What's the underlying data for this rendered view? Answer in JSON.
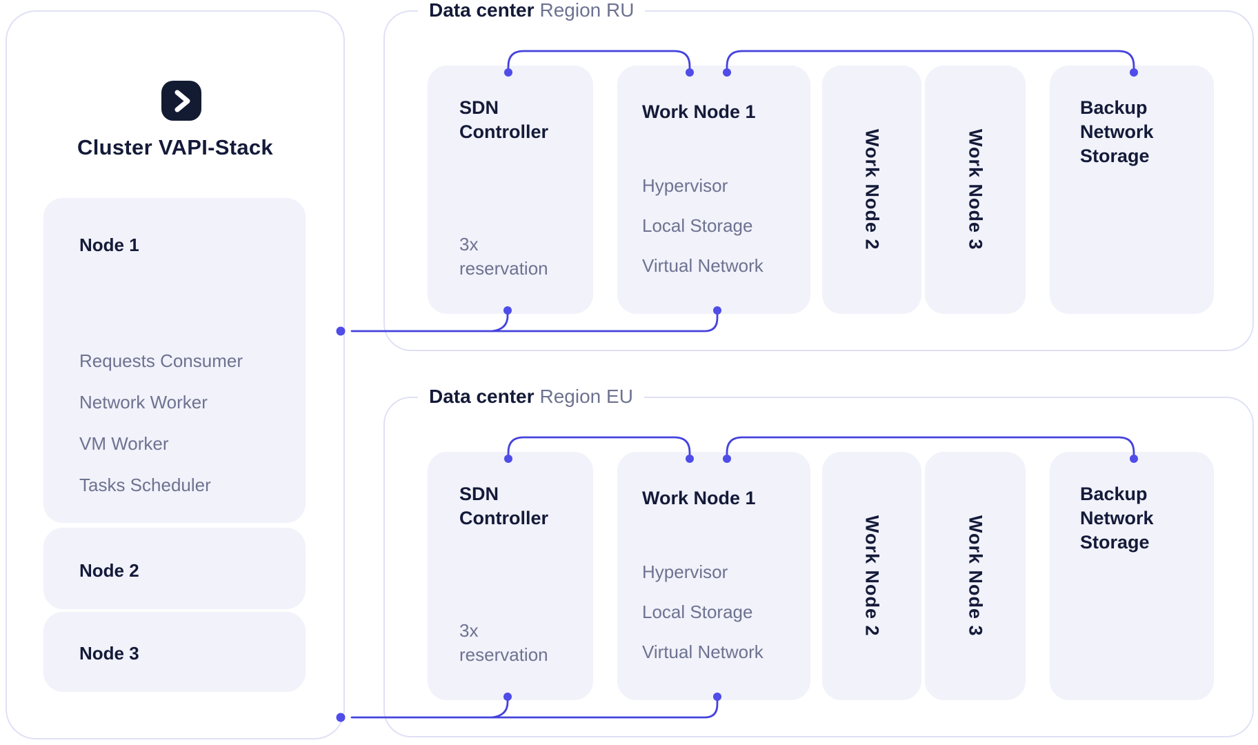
{
  "colors": {
    "connector_line": "#4542dd",
    "connector_dot": "#4f4ce8",
    "card_fill": "#f1f2fa",
    "frame_border": "#dfe0f5",
    "text_dark": "#141a38",
    "text_muted": "#6d7290",
    "icon_background": "#131b33"
  },
  "cluster": {
    "title": "Cluster VAPI-Stack",
    "nodes": [
      {
        "title": "Node 1",
        "items": [
          "Requests Consumer",
          "Network Worker",
          "VM Worker",
          "Tasks Scheduler"
        ]
      },
      {
        "title": "Node 2",
        "items": []
      },
      {
        "title": "Node 3",
        "items": []
      }
    ]
  },
  "datacenters": [
    {
      "label": "Data center",
      "region": "Region RU",
      "sdn": {
        "title": "SDN Controller",
        "note": "3x reservation"
      },
      "work_node_1": {
        "title": "Work Node 1",
        "items": [
          "Hypervisor",
          "Local Storage",
          "Virtual Network"
        ]
      },
      "work_node_2": {
        "title": "Work Node 2"
      },
      "work_node_3": {
        "title": "Work Node 3"
      },
      "backup": {
        "title": "Backup Network Storage"
      }
    },
    {
      "label": "Data center",
      "region": "Region EU",
      "sdn": {
        "title": "SDN Controller",
        "note": "3x reservation"
      },
      "work_node_1": {
        "title": "Work Node 1",
        "items": [
          "Hypervisor",
          "Local Storage",
          "Virtual Network"
        ]
      },
      "work_node_2": {
        "title": "Work Node 2"
      },
      "work_node_3": {
        "title": "Work Node 3"
      },
      "backup": {
        "title": "Backup Network Storage"
      }
    }
  ]
}
